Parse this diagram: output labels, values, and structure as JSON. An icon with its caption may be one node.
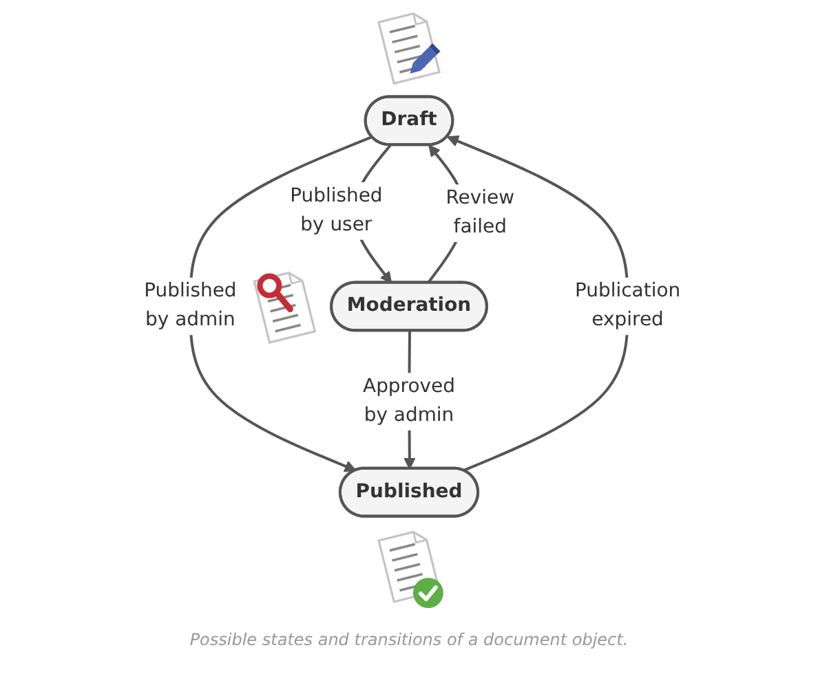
{
  "diagram": {
    "caption": "Possible states and transitions of a document object.",
    "nodes": [
      {
        "text": [
          "Draft"
        ]
      },
      {
        "text": [
          "Moderation"
        ]
      },
      {
        "text": [
          "Published"
        ]
      }
    ],
    "edges": [
      {
        "from": 0,
        "to": 1,
        "arrow": "to",
        "label": "Published by user"
      },
      {
        "from": 1,
        "to": 0,
        "arrow": "to",
        "label": "Review failed"
      },
      {
        "from": 2,
        "to": 0,
        "arrow": "to",
        "label": "Publication expired"
      },
      {
        "from": 0,
        "to": 2,
        "arrow": "to",
        "label": "Published by admin"
      },
      {
        "from": 1,
        "to": 2,
        "arrow": "to",
        "label": "Approved by admin"
      }
    ]
  }
}
